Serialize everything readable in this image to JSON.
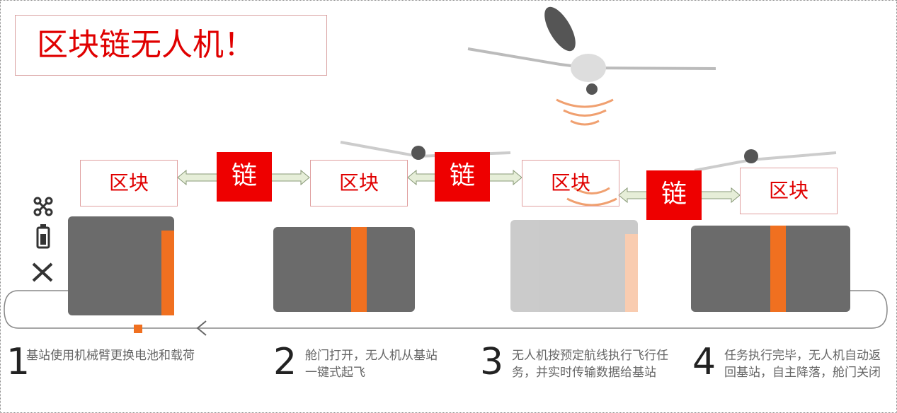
{
  "title": "区块链无人机！",
  "blocks": [
    "区块",
    "区块",
    "区块",
    "区块"
  ],
  "chains": [
    "链",
    "链",
    "链"
  ],
  "steps": [
    {
      "num": "1",
      "text": "基站使用机械臂更换电池和载荷"
    },
    {
      "num": "2",
      "text": "舱门打开，无人机从基站一键式起飞"
    },
    {
      "num": "3",
      "text": "无人机按预定航线执行飞行任务，并实时传输数据给基站"
    },
    {
      "num": "4",
      "text": "任务执行完毕，无人机自动返回基站，自主降落，舱门关闭"
    }
  ],
  "colors": {
    "red": "#ee0000",
    "orange": "#f07020",
    "station": "#6b6b6b"
  }
}
